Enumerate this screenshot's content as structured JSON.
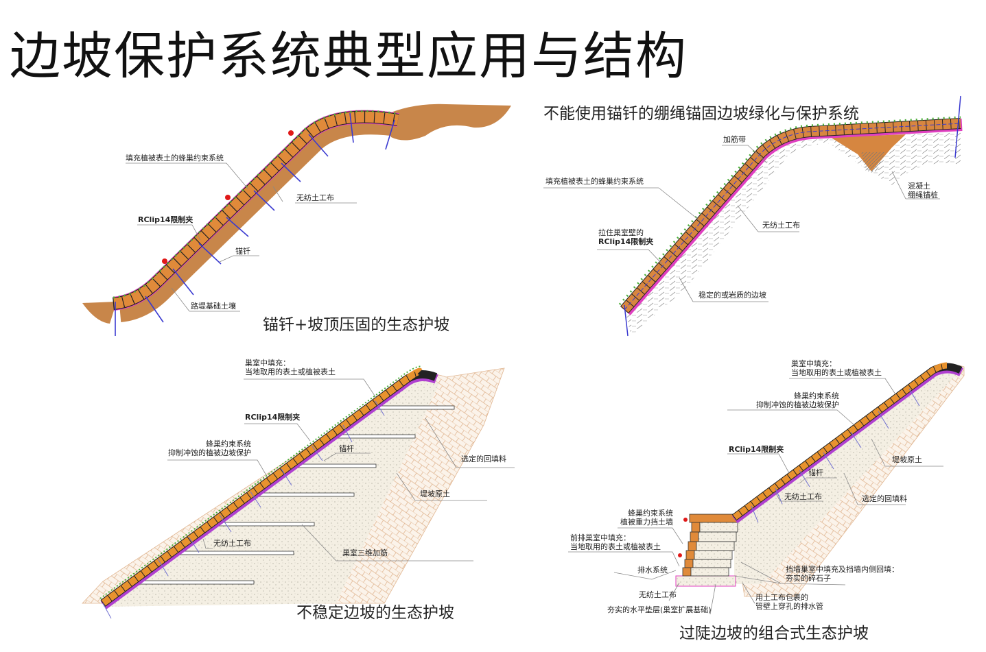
{
  "title": "边坡保护系统典型应用与结构",
  "panels": {
    "p1": {
      "caption": "锚钎+坡顶压固的生态护坡",
      "labels": {
        "geocell": "填充植被表土的蜂巢约束系统",
        "geotextile": "无纺土工布",
        "rclip": "RClip14限制夹",
        "anchor": "锚钎",
        "subgrade": "路堤基础土壤"
      }
    },
    "p2": {
      "caption": "不能使用锚钎的绷绳锚固边坡绿化与保护系统",
      "labels": {
        "tendon": "加筋带",
        "geocell": "填充植被表土的蜂巢约束系统",
        "concrete_1": "混凝土",
        "concrete_2": "绷绳锚桩",
        "geotextile": "无纺土工布",
        "rclip_1": "拉住巢室壁的",
        "rclip_2": "RClip14限制夹",
        "stable": "稳定的或岩质的边坡"
      }
    },
    "p3": {
      "caption": "不稳定边坡的生态护坡",
      "labels": {
        "infill_1": "巢室中填充：",
        "infill_2": "当地取用的表土或植被表土",
        "rclip": "RClip14限制夹",
        "geocell_1": "蜂巢约束系统",
        "geocell_2": "抑制冲蚀的植被边坡保护",
        "anchor": "锚杆",
        "backfill": "选定的回填料",
        "native": "堤坡原土",
        "geotextile": "无纺土工布",
        "reinforce": "巢室三维加筋"
      }
    },
    "p4": {
      "caption": "过陡边坡的组合式生态护坡",
      "labels": {
        "infill_1": "巢室中填充：",
        "infill_2": "当地取用的表土或植被表土",
        "geocell_1": "蜂巢约束系统",
        "geocell_2": "抑制冲蚀的植被边坡保护",
        "rclip": "RClip14限制夹",
        "native": "堤坡原土",
        "anchor": "锚杆",
        "geotextile": "无纺土工布",
        "backfill": "选定的回填料",
        "wall_1": "蜂巢约束系统",
        "wall_2": "植被重力挡土墙",
        "front_1": "前排巢室中填充：",
        "front_2": "当地取用的表土或植被表土",
        "drain": "排水系统",
        "wallfill_1": "挡墙巢室中填充及挡墙内侧回填：",
        "wallfill_2": "夯实的碎石子",
        "geotextile2": "无纺土工布",
        "pipe_1": "用土工布包裹的",
        "pipe_2": "管壁上穿孔的排水管",
        "base": "夯实的水平垫层(巢室扩展基础)"
      }
    }
  },
  "colors": {
    "cell": "#e08a3a",
    "soil": "#c8864a",
    "anchor": "#3a3ad0",
    "geotextile": "#e040c0",
    "grass": "#4caf3a"
  }
}
